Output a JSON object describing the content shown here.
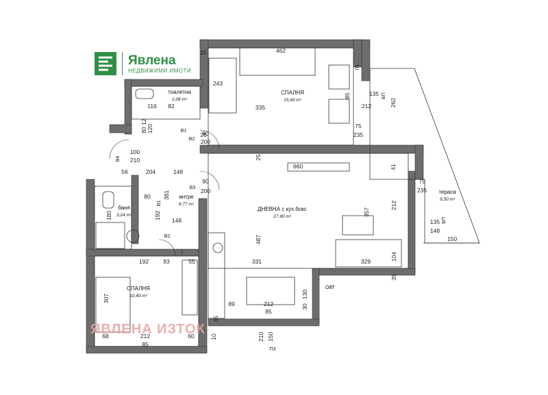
{
  "brand": {
    "name": "Явлена",
    "tagline": "НЕДВИЖИМИ ИМОТИ",
    "color": "#2f8f47"
  },
  "watermark": {
    "text": "ЯВЛЕНА ИЗТОК",
    "color": "#e7a3a0"
  },
  "rooms": [
    {
      "id": "bedroom-1",
      "name": "СПАЛНЯ",
      "area": "15,69 m²"
    },
    {
      "id": "toilet",
      "name": "тоалетна",
      "area": "2,08 m²"
    },
    {
      "id": "hall",
      "name": "антре",
      "area": "6,77 m²"
    },
    {
      "id": "bathroom",
      "name": "баня",
      "area": "3,24 m²"
    },
    {
      "id": "living",
      "name": "ДНЕВНА с кух.бокс",
      "area": "27,90 m²"
    },
    {
      "id": "terrace",
      "name": "тераса",
      "area": "9,50 m²"
    },
    {
      "id": "bedroom-2",
      "name": "СПАЛНЯ",
      "area": "10,49 m²"
    }
  ],
  "dimensions": [
    "25",
    "462",
    "243",
    "335",
    "135",
    "212",
    "262",
    "85",
    "75",
    "235",
    "25",
    "116",
    "82",
    "12",
    "80",
    "120",
    "90",
    "200",
    "100",
    "210",
    "148",
    "204",
    "56",
    "660",
    "41",
    "25",
    "381",
    "148",
    "80",
    "180",
    "192",
    "357",
    "212",
    "487",
    "75",
    "235",
    "90",
    "200",
    "150",
    "135",
    "148",
    "93",
    "192",
    "55",
    "331",
    "329",
    "104",
    "35",
    "307",
    "89",
    "212",
    "85",
    "130",
    "30",
    "10",
    "210",
    "150",
    "68",
    "212",
    "60",
    "85",
    "35"
  ],
  "tags": [
    "В1",
    "В2",
    "В3",
    "В4",
    "В1",
    "В2",
    "П3",
    "ОВТ",
    "БП",
    "БП",
    "П1"
  ]
}
